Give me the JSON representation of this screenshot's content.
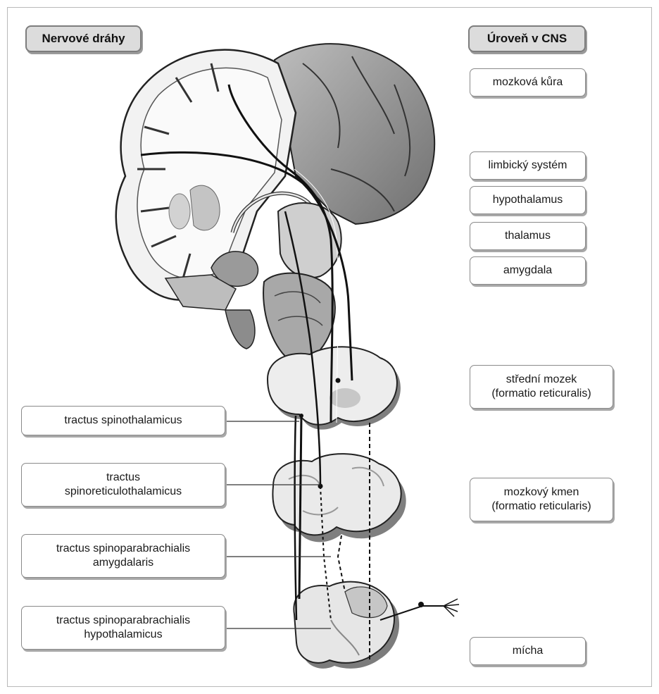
{
  "headers": {
    "left": "Nervové dráhy",
    "right": "Úroveň v CNS"
  },
  "levels": {
    "cortex": "mozková kůra",
    "limbic": "limbický systém",
    "hypothalamus": "hypothalamus",
    "thalamus": "thalamus",
    "amygdala": "amygdala",
    "midbrain": "střední mozek\n(formatio reticuralis)",
    "brainstem": "mozkový kmen\n(formatio reticularis)",
    "spinal": "mícha"
  },
  "tracts": {
    "spinothalamicus": "tractus spinothalamicus",
    "spinoreticulothalamicus": "tractus\nspinoreticulothalamicus",
    "spinoparabrachialis_amygdalaris": "tractus spinoparabrachialis\namygdalaris",
    "spinoparabrachialis_hypothalamicus": "tractus spinoparabrachialis\nhypothalamicus"
  }
}
